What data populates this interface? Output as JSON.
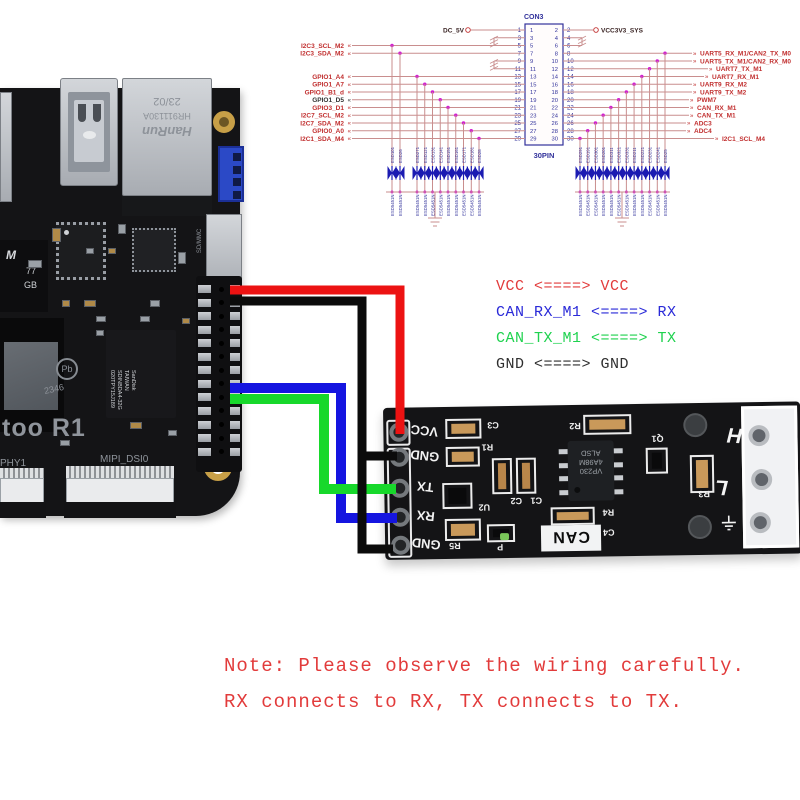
{
  "schematic": {
    "connector": {
      "title": "CON3",
      "label": "30PIN",
      "pins": 30
    },
    "power_left": {
      "pin": 1,
      "label": "DC_5V"
    },
    "power_right": {
      "pin": 2,
      "label": "VCC3V3_SYS"
    },
    "left_signals": [
      {
        "pin": 5,
        "label": "I2C3_SCL_M2",
        "dark": false
      },
      {
        "pin": 7,
        "label": "I2C3_SDA_M2",
        "dark": false
      },
      {
        "pin": 13,
        "label": "GPIO1_A4",
        "dark": false
      },
      {
        "pin": 15,
        "label": "GPIO1_A7",
        "dark": false
      },
      {
        "pin": 17,
        "label": "GPIO1_B1_d",
        "dark": false
      },
      {
        "pin": 19,
        "label": "GPIO1_D5",
        "dark": true
      },
      {
        "pin": 21,
        "label": "GPIO3_D1",
        "dark": false
      },
      {
        "pin": 23,
        "label": "I2C7_SCL_M2",
        "dark": false
      },
      {
        "pin": 25,
        "label": "I2C7_SDA_M2",
        "dark": false
      },
      {
        "pin": 27,
        "label": "GPIO0_A0",
        "dark": false
      },
      {
        "pin": 29,
        "label": "I2C1_SDA_M4",
        "dark": false
      }
    ],
    "right_signals": [
      {
        "pin": 8,
        "label": "UART5_RX_M1/CAN2_TX_M0",
        "indent": 0
      },
      {
        "pin": 10,
        "label": "UART5_TX_M1/CAN2_RX_M0",
        "indent": 0
      },
      {
        "pin": 12,
        "label": "UART7_TX_M1",
        "indent": 16
      },
      {
        "pin": 14,
        "label": "UART7_RX_M1",
        "indent": 12
      },
      {
        "pin": 16,
        "label": "UART9_RX_M2",
        "indent": 0
      },
      {
        "pin": 18,
        "label": "UART9_TX_M2",
        "indent": 0
      },
      {
        "pin": 20,
        "label": "PWM7",
        "indent": -3
      },
      {
        "pin": 22,
        "label": "CAN_RX_M1",
        "indent": -3
      },
      {
        "pin": 24,
        "label": "CAN_TX_M1",
        "indent": -3
      },
      {
        "pin": 26,
        "label": "ADC3",
        "indent": -6
      },
      {
        "pin": 28,
        "label": "ADC4",
        "indent": -6
      },
      {
        "pin": 30,
        "label": "I2C1_SCL_M4",
        "indent": 22
      }
    ],
    "esd_part": "ESD5451N",
    "esd_nets_left": [
      "ESD101",
      "ESD26"
    ],
    "esd_nets_mid": [
      "ESD271",
      "ESD121",
      "ESD131",
      "ESD141",
      "ESD151",
      "ESD161",
      "ESD171",
      "ESD181",
      "ESD28"
    ],
    "esd_nets_right": [
      "ESD291",
      "ESD191",
      "ESD301",
      "ESD201",
      "ESD311",
      "ESD321",
      "ESD331",
      "ESD211",
      "ESD221",
      "ESD231",
      "ESD241",
      "ESD25"
    ]
  },
  "board": {
    "name": "too R1",
    "silk_phy": "PHY1",
    "silk_mipi": "MIPI_DSI0",
    "silk_sd": "SD/MMC",
    "silk_pb": "Pb",
    "silk_date": "2346",
    "ethernet": [
      "HanRun",
      "HR911130A",
      "23/02"
    ],
    "emmc": [
      "SanDisk",
      "TAIWAN",
      "SDINBDA4-32G",
      "020TPY15J189"
    ],
    "ram": [
      "77",
      "GB"
    ]
  },
  "module": {
    "pins": [
      "VCC",
      "GND",
      "TX",
      "RX",
      "GND"
    ],
    "refs": [
      "C3",
      "R1",
      "C2",
      "C1",
      "U2",
      "R5",
      "P",
      "R2",
      "Q1",
      "R3",
      "R4",
      "C4"
    ],
    "chip_lines": [
      "VP230",
      "4A98M",
      "ALSD"
    ],
    "can_label": "CAN",
    "terminal_h": "H",
    "terminal_l": "L"
  },
  "wiring_map": {
    "rows": [
      {
        "left": "VCC",
        "arrow": " <====> ",
        "right": "VCC",
        "color": "#e23b3b"
      },
      {
        "left": "CAN_RX_M1",
        "arrow": " <====> ",
        "right": "RX",
        "color": "#2a2ad8"
      },
      {
        "left": "CAN_TX_M1",
        "arrow": " <====> ",
        "right": "TX",
        "color": "#1fd24f"
      },
      {
        "left": "GND",
        "arrow": " <====> ",
        "right": "GND",
        "color": "#2e2e2e"
      }
    ]
  },
  "note": {
    "line1": "Note: Please observe the wiring carefully.",
    "line2": "RX connects to RX, TX connects to TX.",
    "color": "#e23b3b"
  },
  "wires": [
    {
      "name": "blue-rx-wire",
      "color": "#1515e0",
      "width": 10,
      "segments": [
        [
          [
            230,
            388
          ],
          [
            341,
            388
          ],
          [
            341,
            518
          ],
          [
            397,
            518
          ]
        ]
      ]
    },
    {
      "name": "green-tx-wire",
      "color": "#17d82b",
      "width": 10,
      "segments": [
        [
          [
            230,
            399
          ],
          [
            324,
            399
          ],
          [
            324,
            489
          ],
          [
            396,
            489
          ]
        ]
      ]
    },
    {
      "name": "black-gnd-wire",
      "color": "#0b0b0b",
      "width": 9,
      "segments": [
        [
          [
            230,
            301
          ],
          [
            362,
            301
          ],
          [
            362,
            549
          ],
          [
            393,
            549
          ]
        ],
        [
          [
            362,
            456
          ],
          [
            397,
            456
          ]
        ]
      ]
    },
    {
      "name": "red-vcc-wire",
      "color": "#ec1212",
      "width": 9,
      "segments": [
        [
          [
            230,
            290
          ],
          [
            400,
            290
          ],
          [
            400,
            434
          ]
        ]
      ]
    }
  ]
}
